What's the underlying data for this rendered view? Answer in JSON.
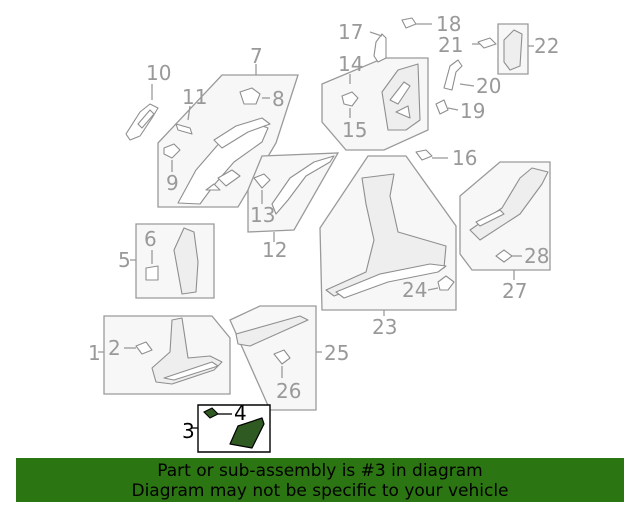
{
  "callouts": {
    "c1": "1",
    "c2": "2",
    "c3": "3",
    "c4": "4",
    "c5": "5",
    "c6": "6",
    "c7": "7",
    "c8": "8",
    "c9": "9",
    "c10": "10",
    "c11": "11",
    "c12": "12",
    "c13": "13",
    "c14": "14",
    "c15": "15",
    "c16": "16",
    "c17": "17",
    "c18": "18",
    "c19": "19",
    "c20": "20",
    "c21": "21",
    "c22": "22",
    "c23": "23",
    "c24": "24",
    "c25": "25",
    "c26": "26",
    "c27": "27",
    "c28": "28"
  },
  "highlighted_part": "3",
  "banner": {
    "line1": "Part or sub-assembly is #3 in diagram",
    "line2": "Diagram may not be specific to your vehicle"
  },
  "colors": {
    "banner_bg": "#2b7512",
    "highlight_part": "#2f5a22",
    "line_gray": "#9a9a9a",
    "label_gray": "#999999"
  }
}
